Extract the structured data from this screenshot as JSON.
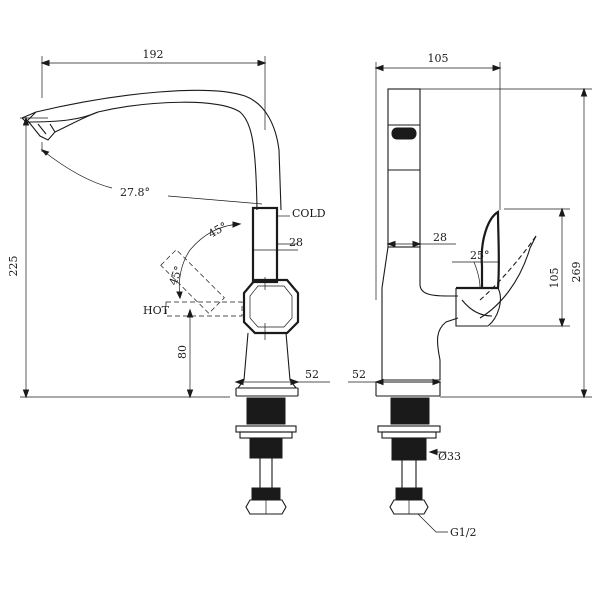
{
  "front_view": {
    "width_dim": "192",
    "height_dim": "225",
    "angle_dim": "27.8°",
    "cold_label": "COLD",
    "cold_angle": "45°",
    "hot_label": "HOT",
    "hot_angle": "45°",
    "handle_dim": "28",
    "body_height_dim": "80",
    "base_dim": "52"
  },
  "side_view": {
    "width_dim": "105",
    "height_dim": "269",
    "lever_height_dim": "105",
    "handle_dim": "28",
    "lever_angle": "25°",
    "base_dim": "52",
    "shank_diameter": "Ø33",
    "thread_label": "G1/2"
  }
}
